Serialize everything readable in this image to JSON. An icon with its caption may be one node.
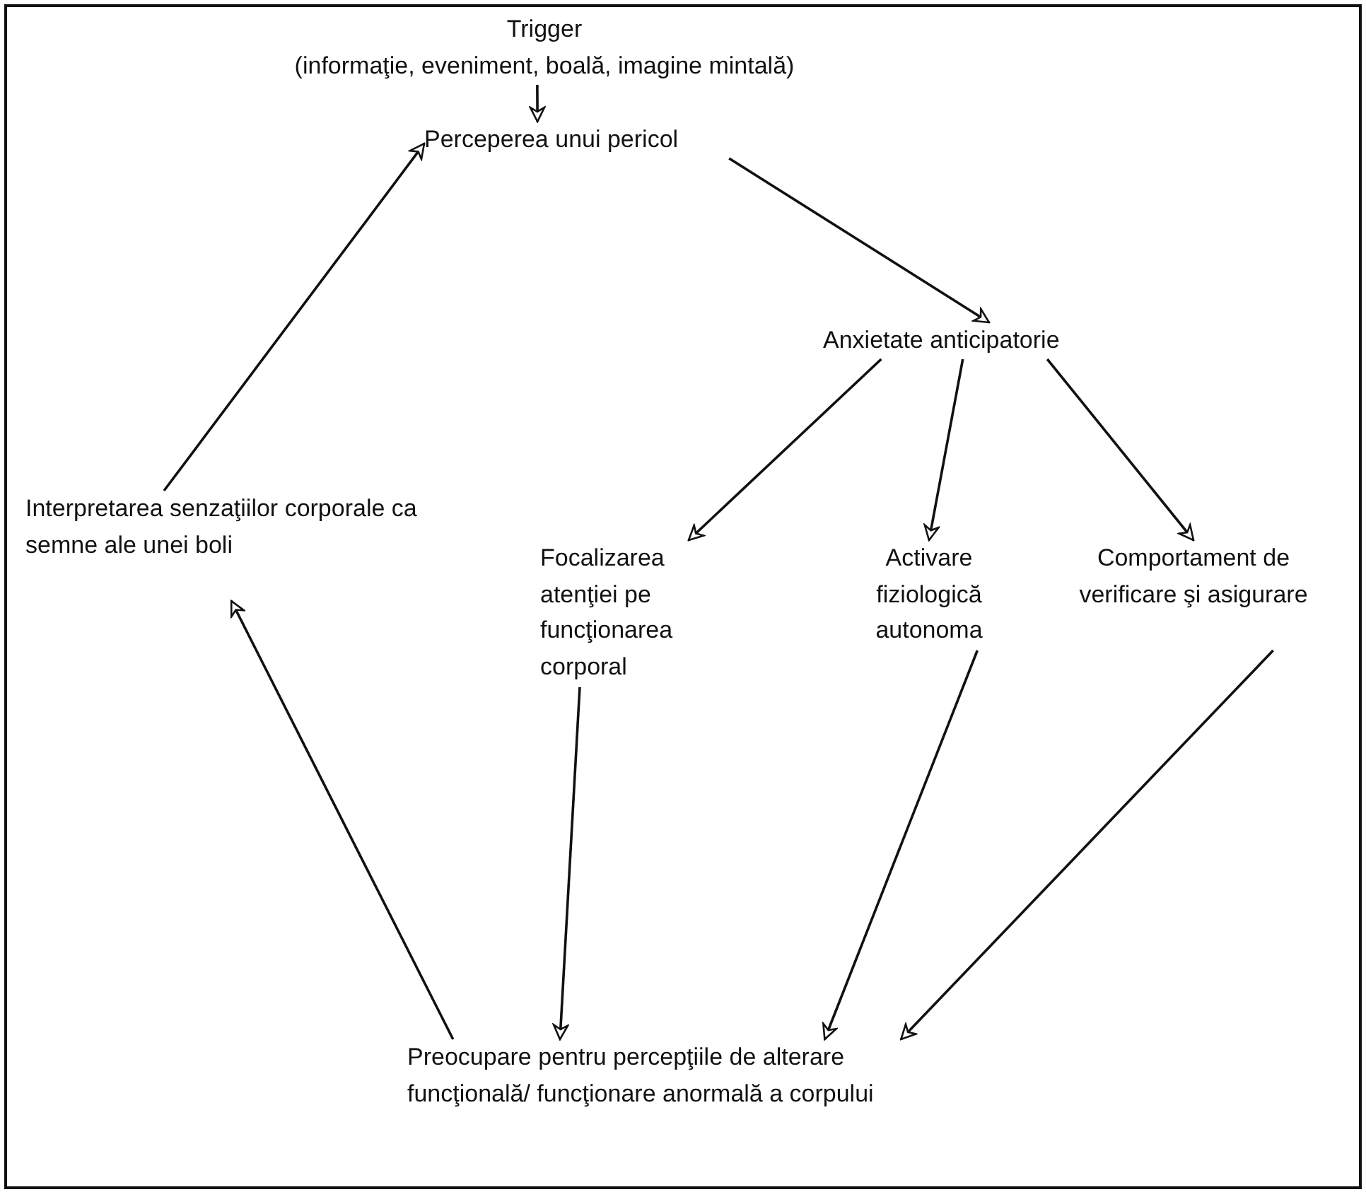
{
  "diagram": {
    "nodes": [
      {
        "text": [
          "Trigger",
          "(informaţie, eveniment, boală, imagine mintală)"
        ]
      },
      {
        "text": [
          "Perceperea unui pericol"
        ]
      },
      {
        "text": [
          "Anxietate anticipatorie"
        ]
      },
      {
        "text": [
          "Interpretarea senzaţiilor corporale ca semne ale unei boli"
        ]
      },
      {
        "text": [
          "Focalizarea atenţiei pe funcţionarea corporal"
        ]
      },
      {
        "text": [
          "Activare fiziologică autonoma"
        ]
      },
      {
        "text": [
          "Comportament de verificare şi asigurare"
        ]
      },
      {
        "text": [
          "Preocupare pentru percepţiile de alterare funcţională/ funcţionare anormală a corpului"
        ]
      }
    ],
    "edges": [
      {
        "from": 0,
        "to": 1,
        "arrow": "to"
      },
      {
        "from": 1,
        "to": 2,
        "arrow": "to"
      },
      {
        "from": 2,
        "to": 4,
        "arrow": "to"
      },
      {
        "from": 2,
        "to": 5,
        "arrow": "to"
      },
      {
        "from": 2,
        "to": 6,
        "arrow": "to"
      },
      {
        "from": 4,
        "to": 7,
        "arrow": "to"
      },
      {
        "from": 5,
        "to": 7,
        "arrow": "to"
      },
      {
        "from": 6,
        "to": 7,
        "arrow": "to"
      },
      {
        "from": 7,
        "to": 3,
        "arrow": "to"
      },
      {
        "from": 3,
        "to": 1,
        "arrow": "to"
      }
    ]
  }
}
